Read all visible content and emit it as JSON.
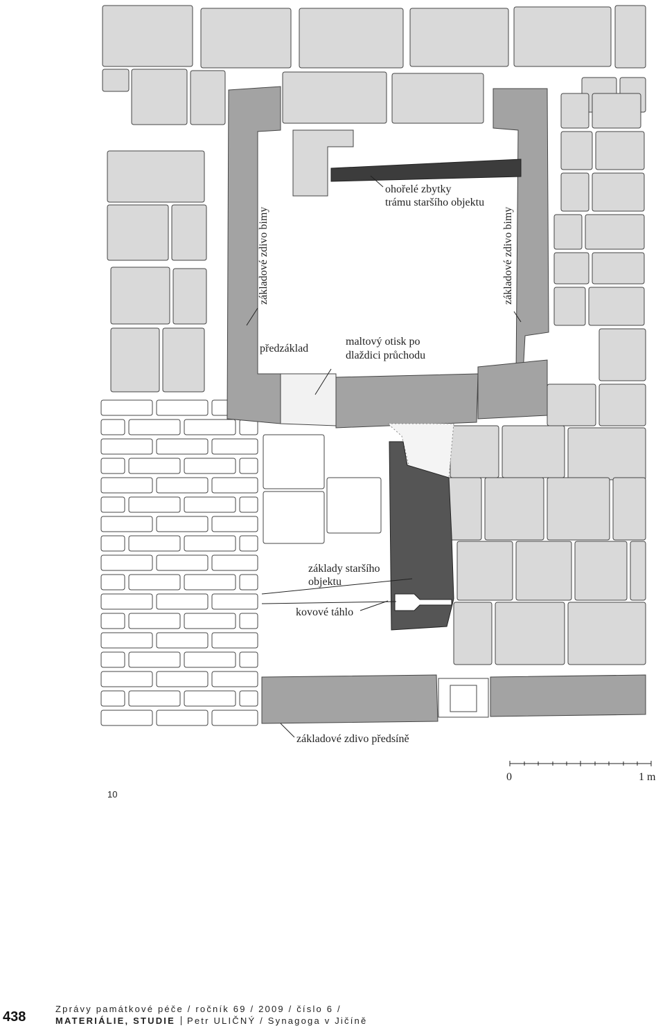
{
  "figure": {
    "number": "10",
    "labels": {
      "burnt_beam": [
        "ohořelé zbytky",
        "trámu staršího objektu"
      ],
      "bima_left": "základové zdivo bimy",
      "bima_right": "základové zdivo bimy",
      "subfoundation": "předzáklad",
      "mortar_imprint": [
        "maltový otisk po",
        "dlaždici průchodu"
      ],
      "older_foundations": [
        "základy staršího",
        "objektu"
      ],
      "iron_tie": "kovové táhlo",
      "vestibule_wall": "základové zdivo předsíně"
    },
    "scale": {
      "start": "0",
      "end": "1 m"
    },
    "colors": {
      "stone": "#d9d9d9",
      "foundation": "#a3a3a3",
      "older": "#555555",
      "beam": "#3c3c3c",
      "outline": "#444444"
    }
  },
  "footer": {
    "page_number": "438",
    "journal": "Zprávy památkové péče / ročník 69 / 2009 / číslo 6 /",
    "section": "MATERIÁLIE, STUDIE",
    "author_title": "Petr ULIČNÝ / Synagoga v Jičíně"
  }
}
